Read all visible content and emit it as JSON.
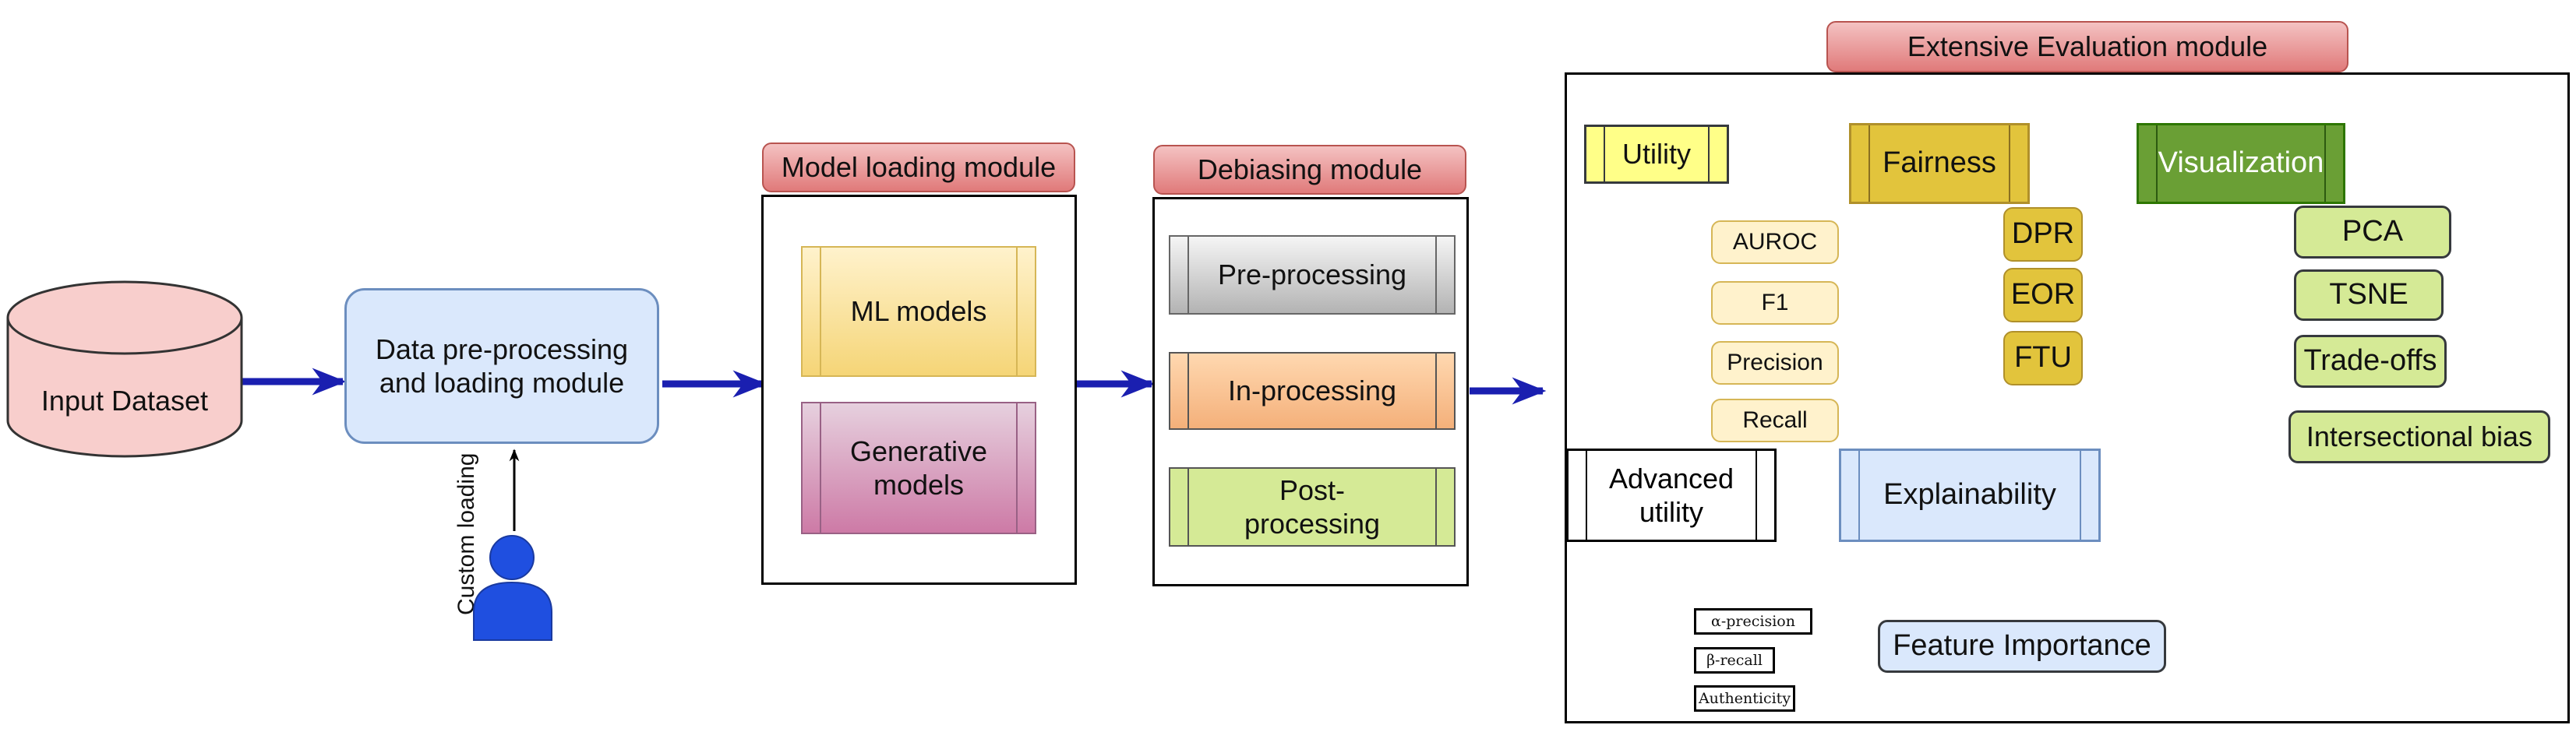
{
  "input_dataset": "Input Dataset",
  "data_module": "Data pre-processing and loading module",
  "custom_loading": "Custom loading",
  "model_loading": {
    "title": "Model loading module",
    "ml_models": "ML models",
    "generative_models": "Generative models"
  },
  "debiasing": {
    "title": "Debiasing module",
    "pre": "Pre-processing",
    "in": "In-processing",
    "post": "Post-processing"
  },
  "evaluation": {
    "title": "Extensive Evaluation module",
    "utility": {
      "label": "Utility",
      "items": [
        "AUROC",
        "F1",
        "Precision",
        "Recall"
      ]
    },
    "fairness": {
      "label": "Fairness",
      "items": [
        "DPR",
        "EOR",
        "FTU"
      ]
    },
    "visualization": {
      "label": "Visualization",
      "items": [
        "PCA",
        "TSNE",
        "Trade-offs",
        "Intersectional bias"
      ]
    },
    "advanced_utility": {
      "label": "Advanced utility",
      "items": [
        "α-precision",
        "β-recall",
        "Authenticity"
      ]
    },
    "explainability": {
      "label": "Explainability",
      "child": "Feature Importance"
    }
  },
  "colors": {
    "arrow_blue": "#1a1fb0",
    "header_red": "#e88a8a",
    "utility_yellow": "#ffff88",
    "fairness_gold": "#e2c43c",
    "viz_green": "#6a9f35",
    "light_green": "#d5ea96",
    "light_blue": "#dae8fc",
    "person_blue": "#1f4fe0"
  }
}
